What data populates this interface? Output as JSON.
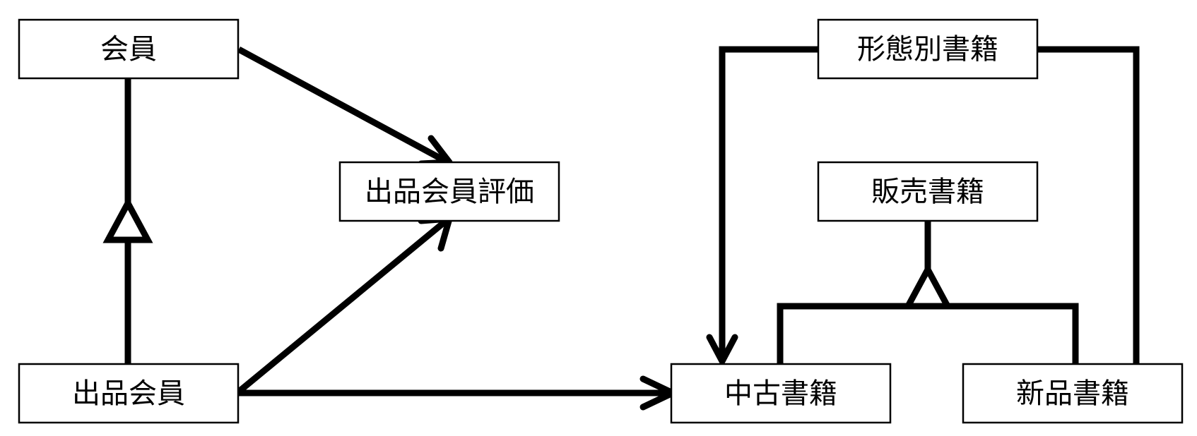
{
  "nodes": {
    "member": {
      "label": "会員"
    },
    "seller_member": {
      "label": "出品会員"
    },
    "seller_rating": {
      "label": "出品会員評価"
    },
    "format_books": {
      "label": "形態別書籍"
    },
    "sale_books": {
      "label": "販売書籍"
    },
    "used_books": {
      "label": "中古書籍"
    },
    "new_books": {
      "label": "新品書籍"
    }
  },
  "relations": [
    {
      "type": "generalization",
      "from": "seller_member",
      "to": "member"
    },
    {
      "type": "association",
      "from": "member",
      "to": "seller_rating"
    },
    {
      "type": "association",
      "from": "seller_member",
      "to": "seller_rating"
    },
    {
      "type": "association",
      "from": "seller_member",
      "to": "used_books"
    },
    {
      "type": "association",
      "from": "format_books",
      "to": "used_books"
    },
    {
      "type": "association",
      "from": "format_books",
      "to": "new_books"
    },
    {
      "type": "generalization",
      "from": "used_books",
      "to": "sale_books"
    },
    {
      "type": "generalization",
      "from": "new_books",
      "to": "sale_books"
    }
  ]
}
